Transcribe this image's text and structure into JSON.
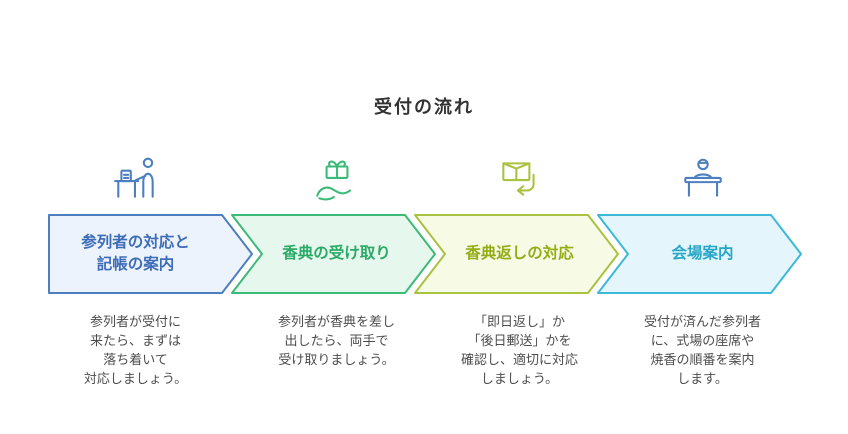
{
  "title": "受付の流れ",
  "steps": [
    {
      "label": "参列者の対応と\n記帳の案内",
      "description": "参列者が受付に\n来たら、まずは\n落ち着いて\n対応しましょう。",
      "icon": "reception-desk-icon",
      "colors": {
        "fill": "#edf3fc",
        "border": "#4d7fc0",
        "text": "#3e6db8",
        "icon": "#4d7fc0"
      }
    },
    {
      "label": "香典の受け取り",
      "description": "参列者が香典を差し\n出したら、両手で\n受け取りましょう。",
      "icon": "gift-in-hand-icon",
      "colors": {
        "fill": "#e6f8ee",
        "border": "#3cba78",
        "text": "#2aa967",
        "icon": "#3cba78"
      }
    },
    {
      "label": "香典返しの対応",
      "description": "「即日返し」か\n「後日郵送」かを\n確認し、適切に対応\nしましょう。",
      "icon": "return-package-icon",
      "colors": {
        "fill": "#f7fae5",
        "border": "#a9c240",
        "text": "#94ad17",
        "icon": "#a9c240"
      }
    },
    {
      "label": "会場案内",
      "description": "受付が済んだ参列者\nに、式場の座席や\n焼香の順番を案内\nします。",
      "icon": "venue-guide-desk-icon",
      "colors": {
        "fill": "#e4f6fb",
        "border": "#3db9d8",
        "text": "#27a6c8",
        "icon": "#4d7fc0"
      }
    }
  ]
}
